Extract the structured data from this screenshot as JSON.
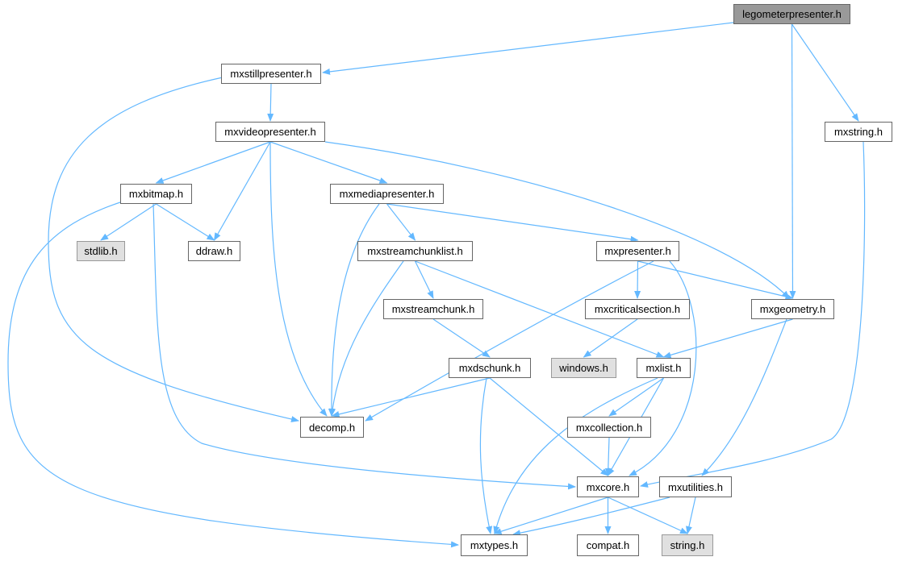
{
  "title": "legometerpresenter.h include dependency graph",
  "colors": {
    "edge": "#63b8ff",
    "root_fill": "#999999",
    "external_fill": "#e0e0e0",
    "node_border": "#666666"
  },
  "nodes": {
    "legometerpresenter": "legometerpresenter.h",
    "mxstillpresenter": "mxstillpresenter.h",
    "mxstring": "mxstring.h",
    "mxvideopresenter": "mxvideopresenter.h",
    "mxbitmap": "mxbitmap.h",
    "mxmediapresenter": "mxmediapresenter.h",
    "stdlib": "stdlib.h",
    "ddraw": "ddraw.h",
    "mxstreamchunklist": "mxstreamchunklist.h",
    "mxpresenter": "mxpresenter.h",
    "mxstreamchunk": "mxstreamchunk.h",
    "mxcriticalsection": "mxcriticalsection.h",
    "mxgeometry": "mxgeometry.h",
    "mxdschunk": "mxdschunk.h",
    "windows": "windows.h",
    "mxlist": "mxlist.h",
    "decomp": "decomp.h",
    "mxcollection": "mxcollection.h",
    "mxcore": "mxcore.h",
    "mxutilities": "mxutilities.h",
    "mxtypes": "mxtypes.h",
    "compat": "compat.h",
    "string": "string.h"
  },
  "edges": [
    [
      "legometerpresenter",
      "mxstillpresenter"
    ],
    [
      "legometerpresenter",
      "mxgeometry"
    ],
    [
      "legometerpresenter",
      "mxstring"
    ],
    [
      "mxstillpresenter",
      "decomp"
    ],
    [
      "mxstillpresenter",
      "mxvideopresenter"
    ],
    [
      "mxvideopresenter",
      "mxbitmap"
    ],
    [
      "mxvideopresenter",
      "ddraw"
    ],
    [
      "mxvideopresenter",
      "decomp"
    ],
    [
      "mxvideopresenter",
      "mxmediapresenter"
    ],
    [
      "mxvideopresenter",
      "mxgeometry"
    ],
    [
      "mxbitmap",
      "stdlib"
    ],
    [
      "mxbitmap",
      "ddraw"
    ],
    [
      "mxbitmap",
      "mxtypes"
    ],
    [
      "mxbitmap",
      "mxcore"
    ],
    [
      "mxmediapresenter",
      "decomp"
    ],
    [
      "mxmediapresenter",
      "mxstreamchunklist"
    ],
    [
      "mxmediapresenter",
      "mxpresenter"
    ],
    [
      "mxstreamchunklist",
      "decomp"
    ],
    [
      "mxstreamchunklist",
      "mxstreamchunk"
    ],
    [
      "mxstreamchunklist",
      "mxlist"
    ],
    [
      "mxpresenter",
      "decomp"
    ],
    [
      "mxpresenter",
      "mxcriticalsection"
    ],
    [
      "mxpresenter",
      "mxgeometry"
    ],
    [
      "mxpresenter",
      "mxcore"
    ],
    [
      "mxstreamchunk",
      "mxdschunk"
    ],
    [
      "mxcriticalsection",
      "windows"
    ],
    [
      "mxgeometry",
      "mxlist"
    ],
    [
      "mxgeometry",
      "mxutilities"
    ],
    [
      "mxdschunk",
      "decomp"
    ],
    [
      "mxdschunk",
      "mxtypes"
    ],
    [
      "mxdschunk",
      "mxcore"
    ],
    [
      "mxlist",
      "mxcollection"
    ],
    [
      "mxlist",
      "mxcore"
    ],
    [
      "mxlist",
      "mxtypes"
    ],
    [
      "mxcollection",
      "mxcore"
    ],
    [
      "mxstring",
      "mxcore"
    ],
    [
      "mxcore",
      "mxtypes"
    ],
    [
      "mxcore",
      "compat"
    ],
    [
      "mxcore",
      "string"
    ],
    [
      "mxutilities",
      "mxtypes"
    ],
    [
      "mxutilities",
      "string"
    ]
  ]
}
